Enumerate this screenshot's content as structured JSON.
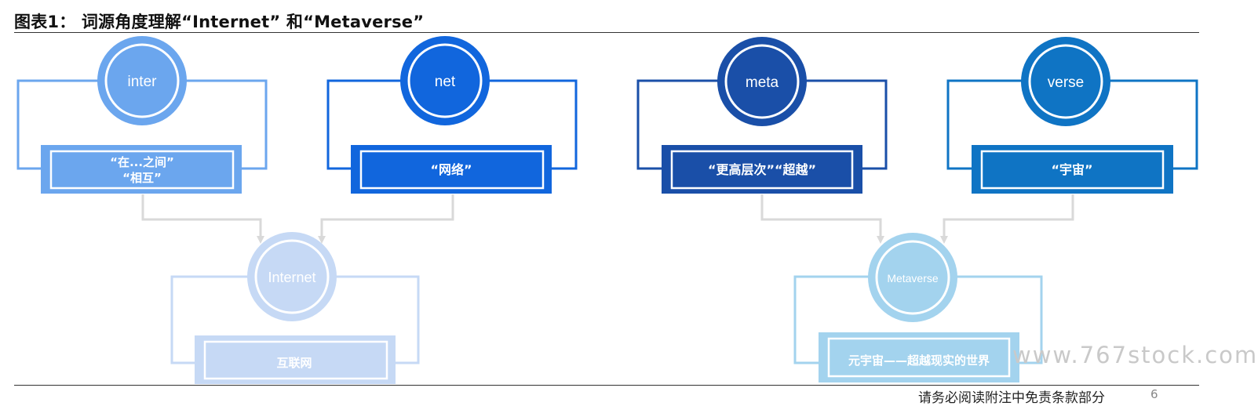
{
  "title": "图表1： 词源角度理解“Internet” 和“Metaverse”",
  "colors": {
    "inter": "#6ba6ee",
    "net": "#1166dd",
    "meta": "#1a4fa8",
    "verse": "#0f74c4",
    "internet": "#c6d9f5",
    "metaverse": "#a3d3ee",
    "connector": "#d9d9d9"
  },
  "nodes": {
    "inter": {
      "word": "inter",
      "meaning_line1": "“在...之间”",
      "meaning_line2": "“相互”"
    },
    "net": {
      "word": "net",
      "meaning": "“网络”"
    },
    "meta": {
      "word": "meta",
      "meaning": "“更高层次”“超越”"
    },
    "verse": {
      "word": "verse",
      "meaning": "“宇宙”"
    },
    "internet": {
      "word": "Internet",
      "meaning": "互联网"
    },
    "metaverse": {
      "word": "Metaverse",
      "meaning": "元宇宙——超越现实的世界"
    }
  },
  "watermark": "www.767stock.com",
  "footer": {
    "disclaimer": "请务必阅读附注中免责条款部分",
    "page": "6"
  }
}
